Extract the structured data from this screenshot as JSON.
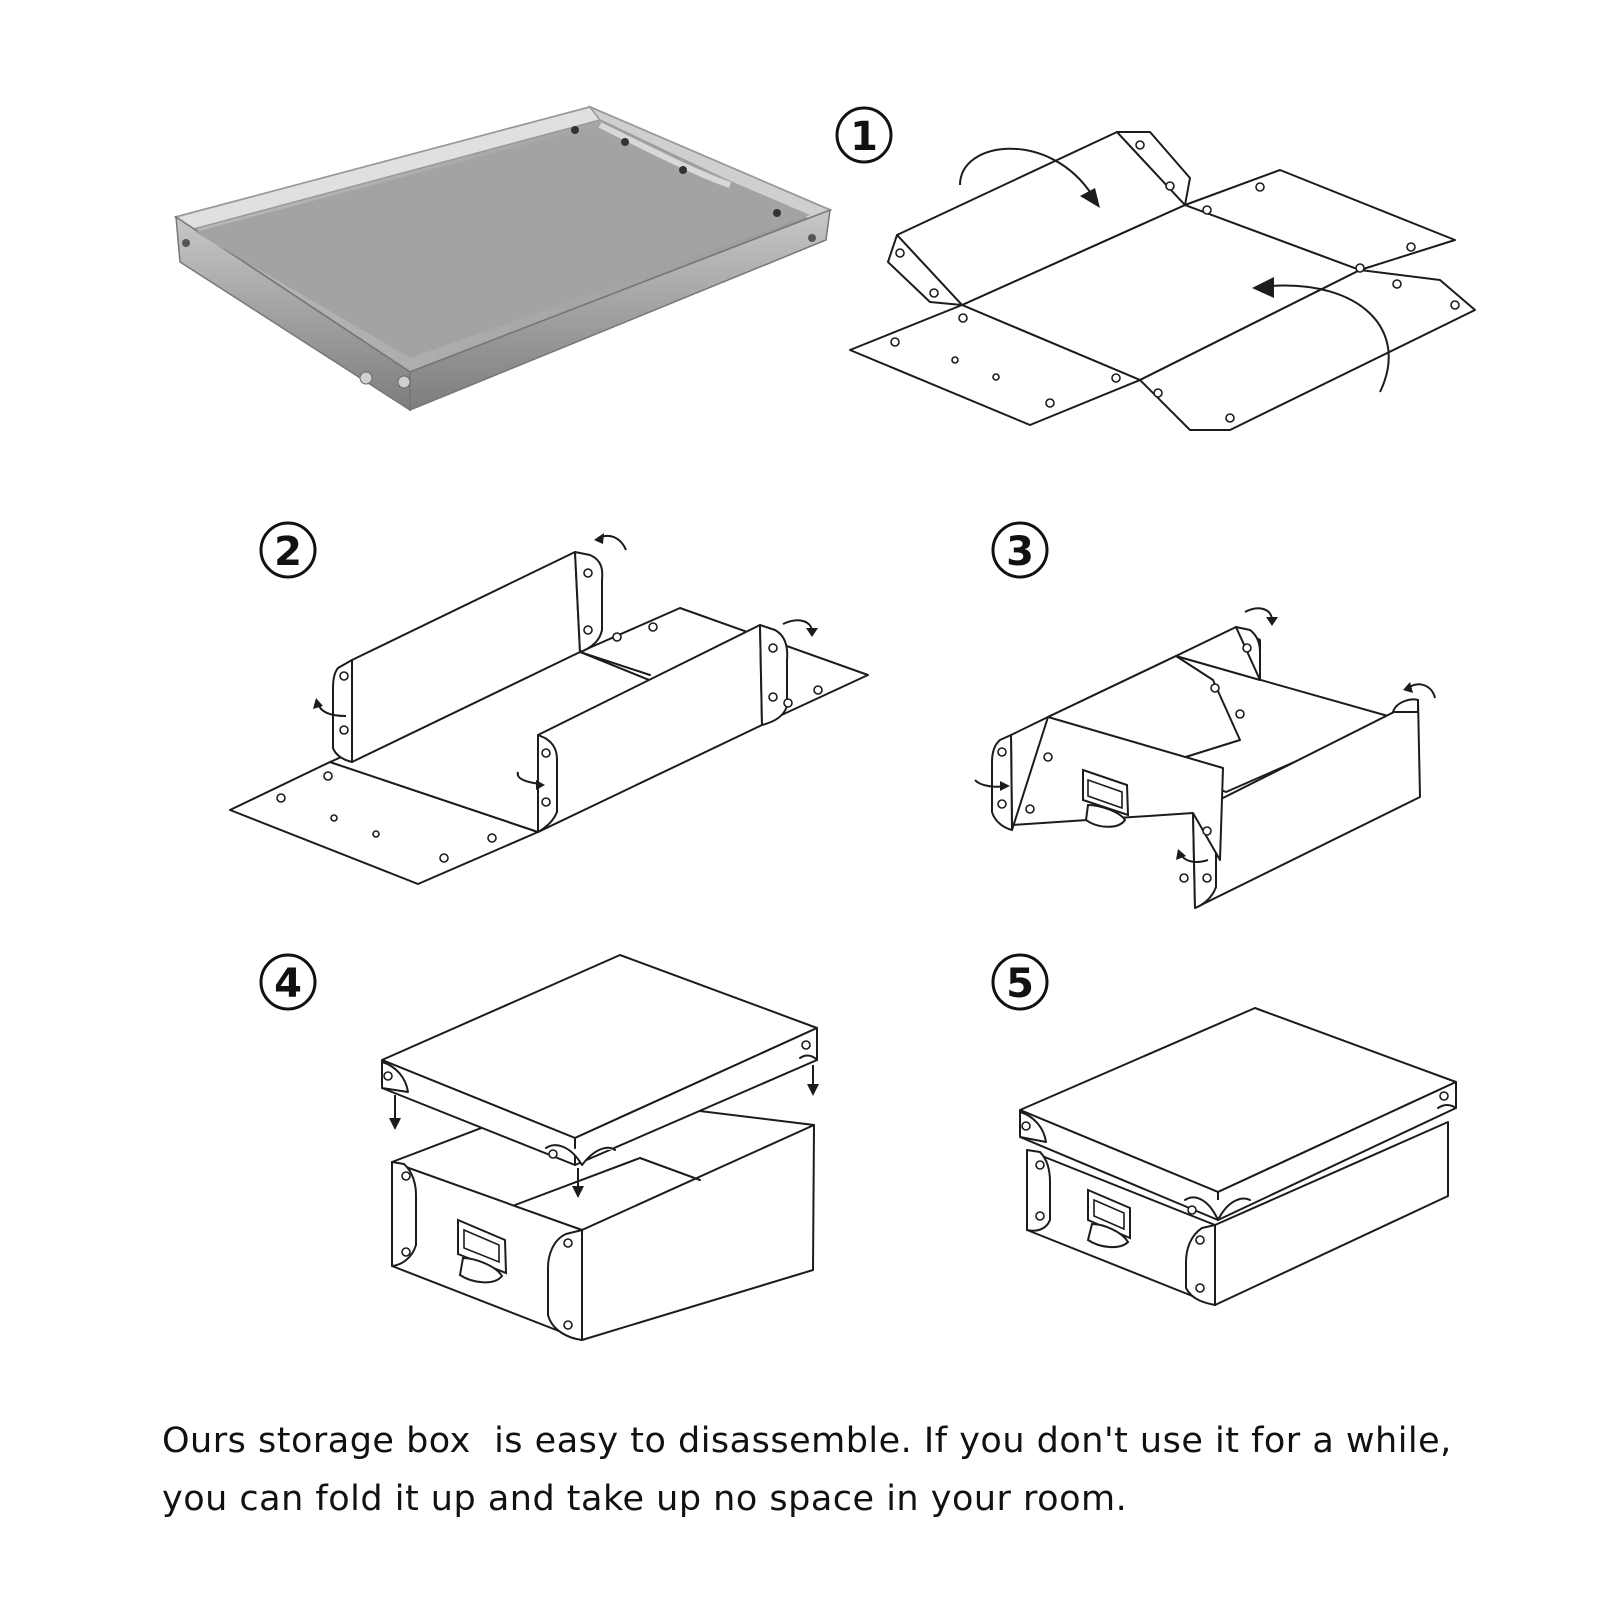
{
  "steps": [
    {
      "number": "1"
    },
    {
      "number": "2"
    },
    {
      "number": "3"
    },
    {
      "number": "4"
    },
    {
      "number": "5"
    }
  ],
  "caption": {
    "line1": "Ours storage box  is easy to disassemble. If you don't use it for a while,",
    "line2": "you can fold it up and take up no space in your room."
  },
  "colors": {
    "line": "#1c1c1c",
    "background": "#ffffff",
    "tray_dark": "#8f8f8f",
    "tray_light": "#d4d4d4",
    "tray_floor": "#a9a9a9"
  },
  "icons": [
    "folded-tray-photo",
    "unfolded-flat-sheet",
    "arrow-icon",
    "handle-icon",
    "rivet-hole"
  ]
}
